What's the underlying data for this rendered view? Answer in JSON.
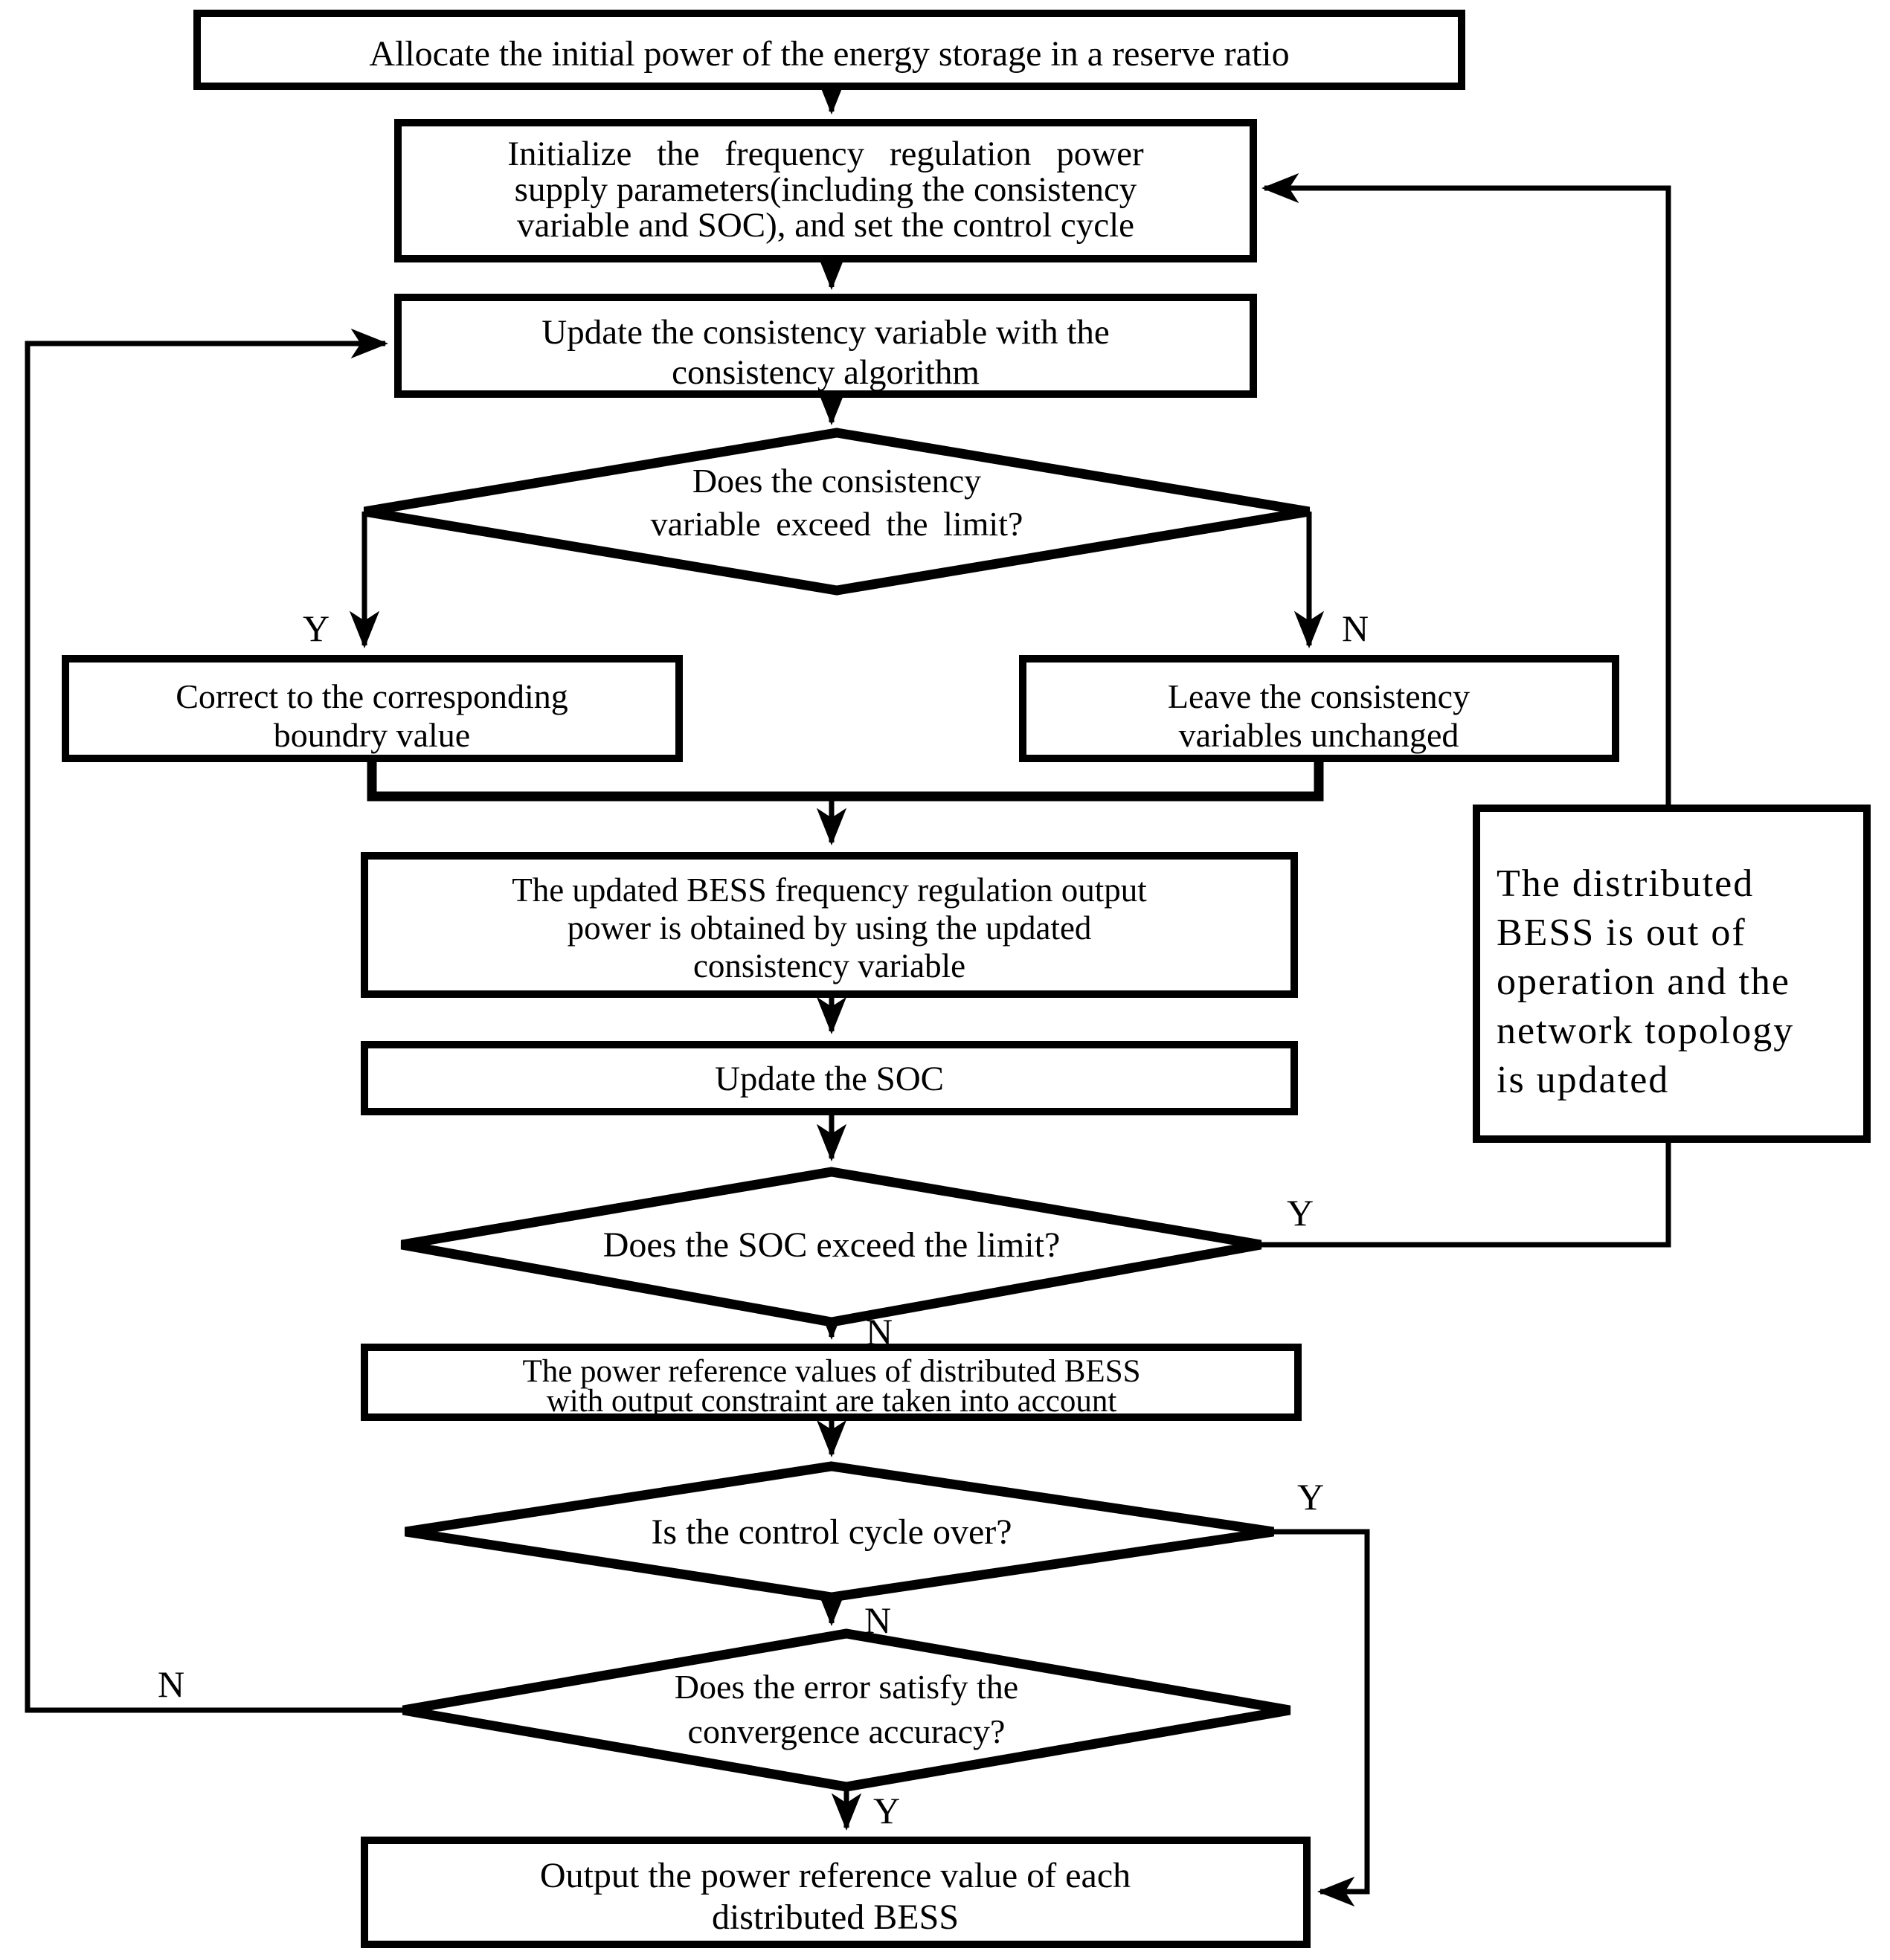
{
  "diagram": {
    "title": "Distributed BESS frequency regulation control flowchart",
    "type": "flowchart",
    "colors": {
      "stroke": "#000000",
      "background": "#ffffff",
      "text": "#000000"
    },
    "nodes": {
      "allocate": {
        "shape": "rect",
        "lines": [
          "Allocate the initial power of the energy storage in a reserve ratio"
        ]
      },
      "initialize": {
        "shape": "rect",
        "lines": [
          "Initialize the frequency regulation power",
          "supply parameters(including the consistency",
          "variable and SOC), and set the control cycle"
        ]
      },
      "update_consistency": {
        "shape": "rect",
        "lines": [
          "Update the consistency variable with the",
          "consistency algorithm"
        ]
      },
      "consistency_limit": {
        "shape": "diamond",
        "lines": [
          "Does the consistency",
          "variable exceed the limit?"
        ]
      },
      "correct_boundary": {
        "shape": "rect",
        "lines": [
          "Correct to the corresponding",
          "boundry value"
        ]
      },
      "leave_unchanged": {
        "shape": "rect",
        "lines": [
          "Leave the consistency",
          "variables unchanged"
        ]
      },
      "updated_output": {
        "shape": "rect",
        "lines": [
          "The updated BESS frequency regulation output",
          "power is obtained by using the updated",
          "consistency variable"
        ]
      },
      "update_soc": {
        "shape": "rect",
        "lines": [
          "Update the SOC"
        ]
      },
      "soc_limit": {
        "shape": "diamond",
        "lines": [
          "Does the SOC exceed the limit?"
        ]
      },
      "bess_out": {
        "shape": "rect",
        "lines": [
          "The distributed",
          "BESS is out of",
          "operation and the",
          "network topology",
          "is updated"
        ]
      },
      "power_reference": {
        "shape": "rect",
        "lines": [
          "The power reference values of distributed BESS",
          "with output constraint are taken into account"
        ]
      },
      "control_cycle": {
        "shape": "diamond",
        "lines": [
          "Is the control cycle over?"
        ]
      },
      "error_convergence": {
        "shape": "diamond",
        "lines": [
          "Does the error satisfy the",
          "convergence accuracy?"
        ]
      },
      "output_power": {
        "shape": "rect",
        "lines": [
          "Output the power reference value of each",
          "distributed BESS"
        ]
      }
    },
    "labels": {
      "consistency_yes": "Y",
      "consistency_no": "N",
      "soc_yes": "Y",
      "soc_no": "N",
      "cycle_yes": "Y",
      "cycle_no": "N",
      "error_yes": "Y",
      "error_no": "N"
    }
  }
}
